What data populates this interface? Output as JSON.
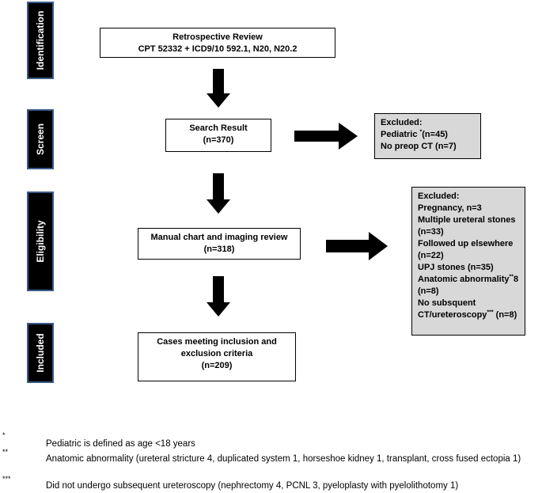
{
  "stages": {
    "identification": "Identification",
    "screen": "Screen",
    "eligibility": "Eligibility",
    "included": "Included"
  },
  "review_box": {
    "line1": "Retrospective Review",
    "line2": "CPT 52332 + ICD9/10 592.1, N20, N20.2"
  },
  "search_box": {
    "line1": "Search Result",
    "line2": "(n=370)"
  },
  "manual_box": {
    "line1": "Manual chart and imaging review",
    "line2": "(n=318)"
  },
  "included_box": {
    "line1": "Cases meeting inclusion and",
    "line2": "exclusion criteria",
    "line3": "(n=209)"
  },
  "excluded_1": {
    "title": "Excluded:",
    "item1_pre": "Pediatric ",
    "item1_mark": "*",
    "item1_post": "(n=45)",
    "item2": "No preop CT (n=7)"
  },
  "excluded_2": {
    "title": "Excluded:",
    "lines": [
      "Pregnancy, n=3",
      "Multiple ureteral stones",
      "(n=33)",
      "Followed up elsewhere",
      "(n=22)",
      "UPJ stones (n=35)"
    ],
    "anatomic_pre": "Anatomic abnormality",
    "anatomic_mark": "**",
    "anatomic_post": "8",
    "anatomic_n": " (n=8)",
    "nosub_line1": "No subsquent",
    "nosub_pre": "CT/ureteroscopy",
    "nosub_mark": "***",
    "nosub_post": " (n=8)"
  },
  "footnotes": [
    {
      "mark": "*",
      "text": "Pediatric is defined as age <18 years"
    },
    {
      "mark": "**",
      "text": "Anatomic abnormality (ureteral stricture 4, duplicated system 1, horseshoe kidney 1, transplant, cross fused ectopia 1)"
    },
    {
      "mark": "***",
      "text": "Did not undergo subsequent ureteroscopy (nephrectomy 4, PCNL 3, pyeloplasty with pyelolithotomy 1)"
    }
  ],
  "colors": {
    "stage_bg": "#000000",
    "stage_border": "#3b5b88",
    "excluded_bg": "#d8d8d8"
  },
  "icons": {
    "arrow_down": "down-arrow-icon",
    "arrow_right": "right-arrow-icon"
  }
}
